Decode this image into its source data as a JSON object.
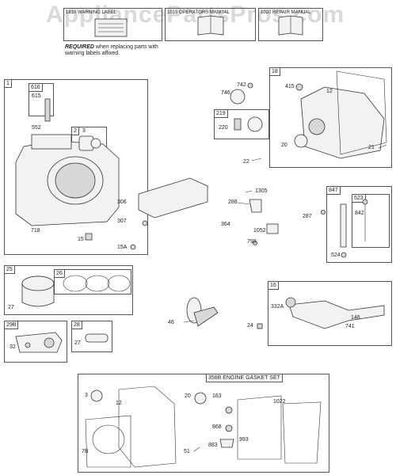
{
  "watermark": "AppliancePartsPros.com",
  "manuals": {
    "warning_label": "1810 WARNING LABEL",
    "operators_manual": "1019 OPERATORS MANUAL",
    "repair_manual": "1020 REPAIR MANUAL",
    "required_bold": "REQUIRED",
    "required_rest": " when replacing parts with warning labels affixed."
  },
  "groups": {
    "g1": "1",
    "g616": "616",
    "g2": "2",
    "g18": "18",
    "g219": "219",
    "g847": "847",
    "g523": "523",
    "g25": "25",
    "g26": "26",
    "g16": "16",
    "g29b": "29B",
    "g28": "28",
    "gasket_set": "358B ENGINE GASKET SET"
  },
  "labels": {
    "l615": "615",
    "l552": "552",
    "l3a": "3",
    "l718": "718",
    "l15": "15",
    "l306": "306",
    "l307": "307",
    "l15a": "15A",
    "l742": "742",
    "l746": "746",
    "l220": "220",
    "l22": "22",
    "l415": "415",
    "l12a": "12",
    "l20a": "20",
    "l21": "21",
    "l1305": "1305",
    "l288": "288",
    "l364": "364",
    "l1052": "1052",
    "l799": "799",
    "l287": "287",
    "l842": "842",
    "l524": "524",
    "l27a": "27",
    "l46": "46",
    "l24": "24",
    "l332a": "332A",
    "l146": "146",
    "l741": "741",
    "l32": "32",
    "l27b": "27",
    "l3b": "3",
    "l12b": "12",
    "l20b": "20",
    "l163": "163",
    "l1022": "1022",
    "l868": "868",
    "l883": "883",
    "l993": "993",
    "l7b": "7B",
    "l51": "51"
  }
}
